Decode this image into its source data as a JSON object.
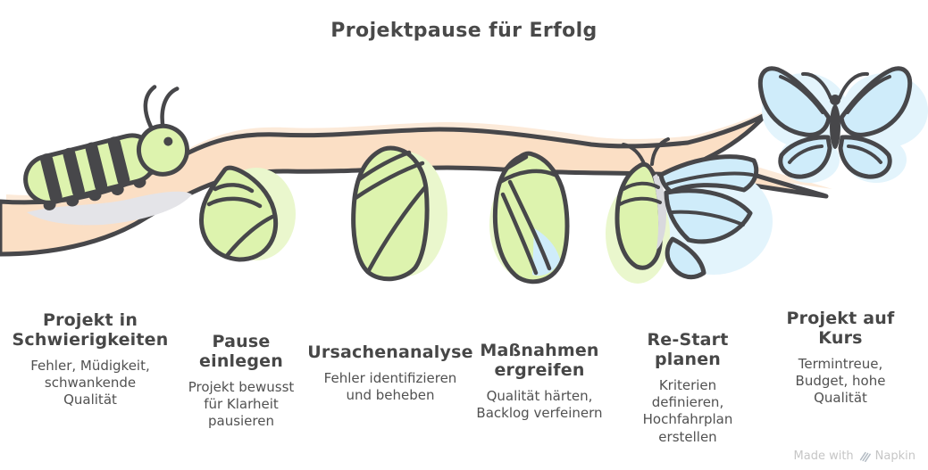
{
  "title": "Projektpause für Erfolg",
  "stages": [
    {
      "heading": "Projekt in Schwierigkeiten",
      "description": "Fehler, Müdigkeit, schwankende Qualität",
      "icon": "caterpillar-icon"
    },
    {
      "heading": "Pause einlegen",
      "description": "Projekt bewusst für Klarheit pausieren",
      "icon": "cocoon-forming-icon"
    },
    {
      "heading": "Ursachenanalyse",
      "description": "Fehler identifizieren und beheben",
      "icon": "cocoon-icon"
    },
    {
      "heading": "Maßnahmen ergreifen",
      "description": "Qualität härten, Backlog verfeinern",
      "icon": "cocoon-maturing-icon"
    },
    {
      "heading": "Re-Start planen",
      "description": "Kriterien definieren, Hochfahrplan erstellen",
      "icon": "emerging-butterfly-icon"
    },
    {
      "heading": "Projekt auf Kurs",
      "description": "Termintreue, Budget, hohe Qualität",
      "icon": "butterfly-icon"
    }
  ],
  "watermark": {
    "prefix": "Made with",
    "brand": "Napkin",
    "icon": "napkin-logo-icon"
  },
  "colors": {
    "text_dark": "#474747",
    "outline": "#47474a",
    "green": "#ddf3ae",
    "green_highlight": "#eaf7cd",
    "blue": "#cfecfa",
    "blue_highlight": "#e3f4fc",
    "peach": "#fbdfc5",
    "peach_highlight": "#fcead9",
    "gray_shadow": "#e4e4e8",
    "watermark_gray": "#c6c6c6"
  }
}
